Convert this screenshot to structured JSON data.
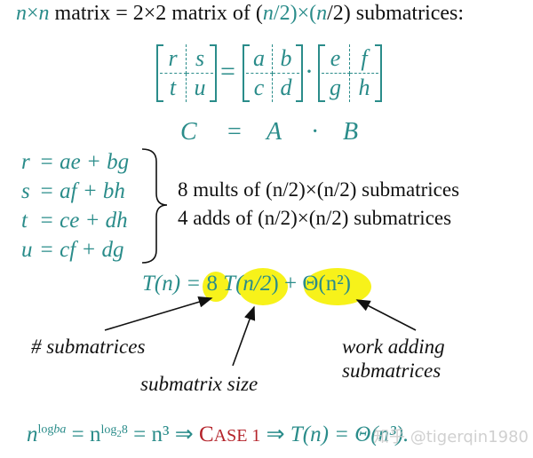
{
  "heading": {
    "n1": "n",
    "times": "×",
    "n2": "n",
    "text1": " matrix = 2×2 matrix of (",
    "n3": "n",
    "text2": "/2)×(",
    "n4": "n",
    "text3": "/2) submatrices:"
  },
  "matrices": {
    "C": [
      "r",
      "s",
      "t",
      "u"
    ],
    "A": [
      "a",
      "b",
      "c",
      "d"
    ],
    "B": [
      "e",
      "f",
      "g",
      "h"
    ],
    "equals": "=",
    "dot": "·"
  },
  "labels": {
    "C": "C",
    "eq": "=",
    "A": "A",
    "dot": "·",
    "B": "B"
  },
  "equations": [
    {
      "lhs": "r",
      "rhs": "= ae + bg"
    },
    {
      "lhs": "s",
      "rhs": "= af + bh"
    },
    {
      "lhs": "t",
      "rhs": "= ce + dh"
    },
    {
      "lhs": "u",
      "rhs": "= cf + dg"
    }
  ],
  "notes": [
    "8 mults of (n/2)×(n/2) submatrices",
    "4 adds of (n/2)×(n/2) submatrices"
  ],
  "recurrence": {
    "lhs": "T(n) = ",
    "eight": "8",
    "T": "T(",
    "half": "n/2",
    "close": ")",
    "plus": " + ",
    "theta": "Θ(n²)"
  },
  "annotations": {
    "count": "# submatrices",
    "size": "submatrix size",
    "work1": "work adding",
    "work2": "submatrices"
  },
  "conclusion": {
    "part1": "n",
    "sup1": "log",
    "sub1": "b",
    "sup1b": "a",
    "eq1": " = n",
    "sup2": "log",
    "sub2": "2",
    "sup2b": "8",
    "eq2": " = n³ ⇒ ",
    "case_c": "C",
    "case_rest": "ASE 1",
    "arrow": " ⇒ ",
    "result": "T(n) = Θ(n³)."
  },
  "watermark": "知乎 @tigerqin1980",
  "colors": {
    "teal": "#2a8c8a",
    "red": "#b4232a",
    "highlight": "#f7f21a",
    "text": "#111111"
  }
}
